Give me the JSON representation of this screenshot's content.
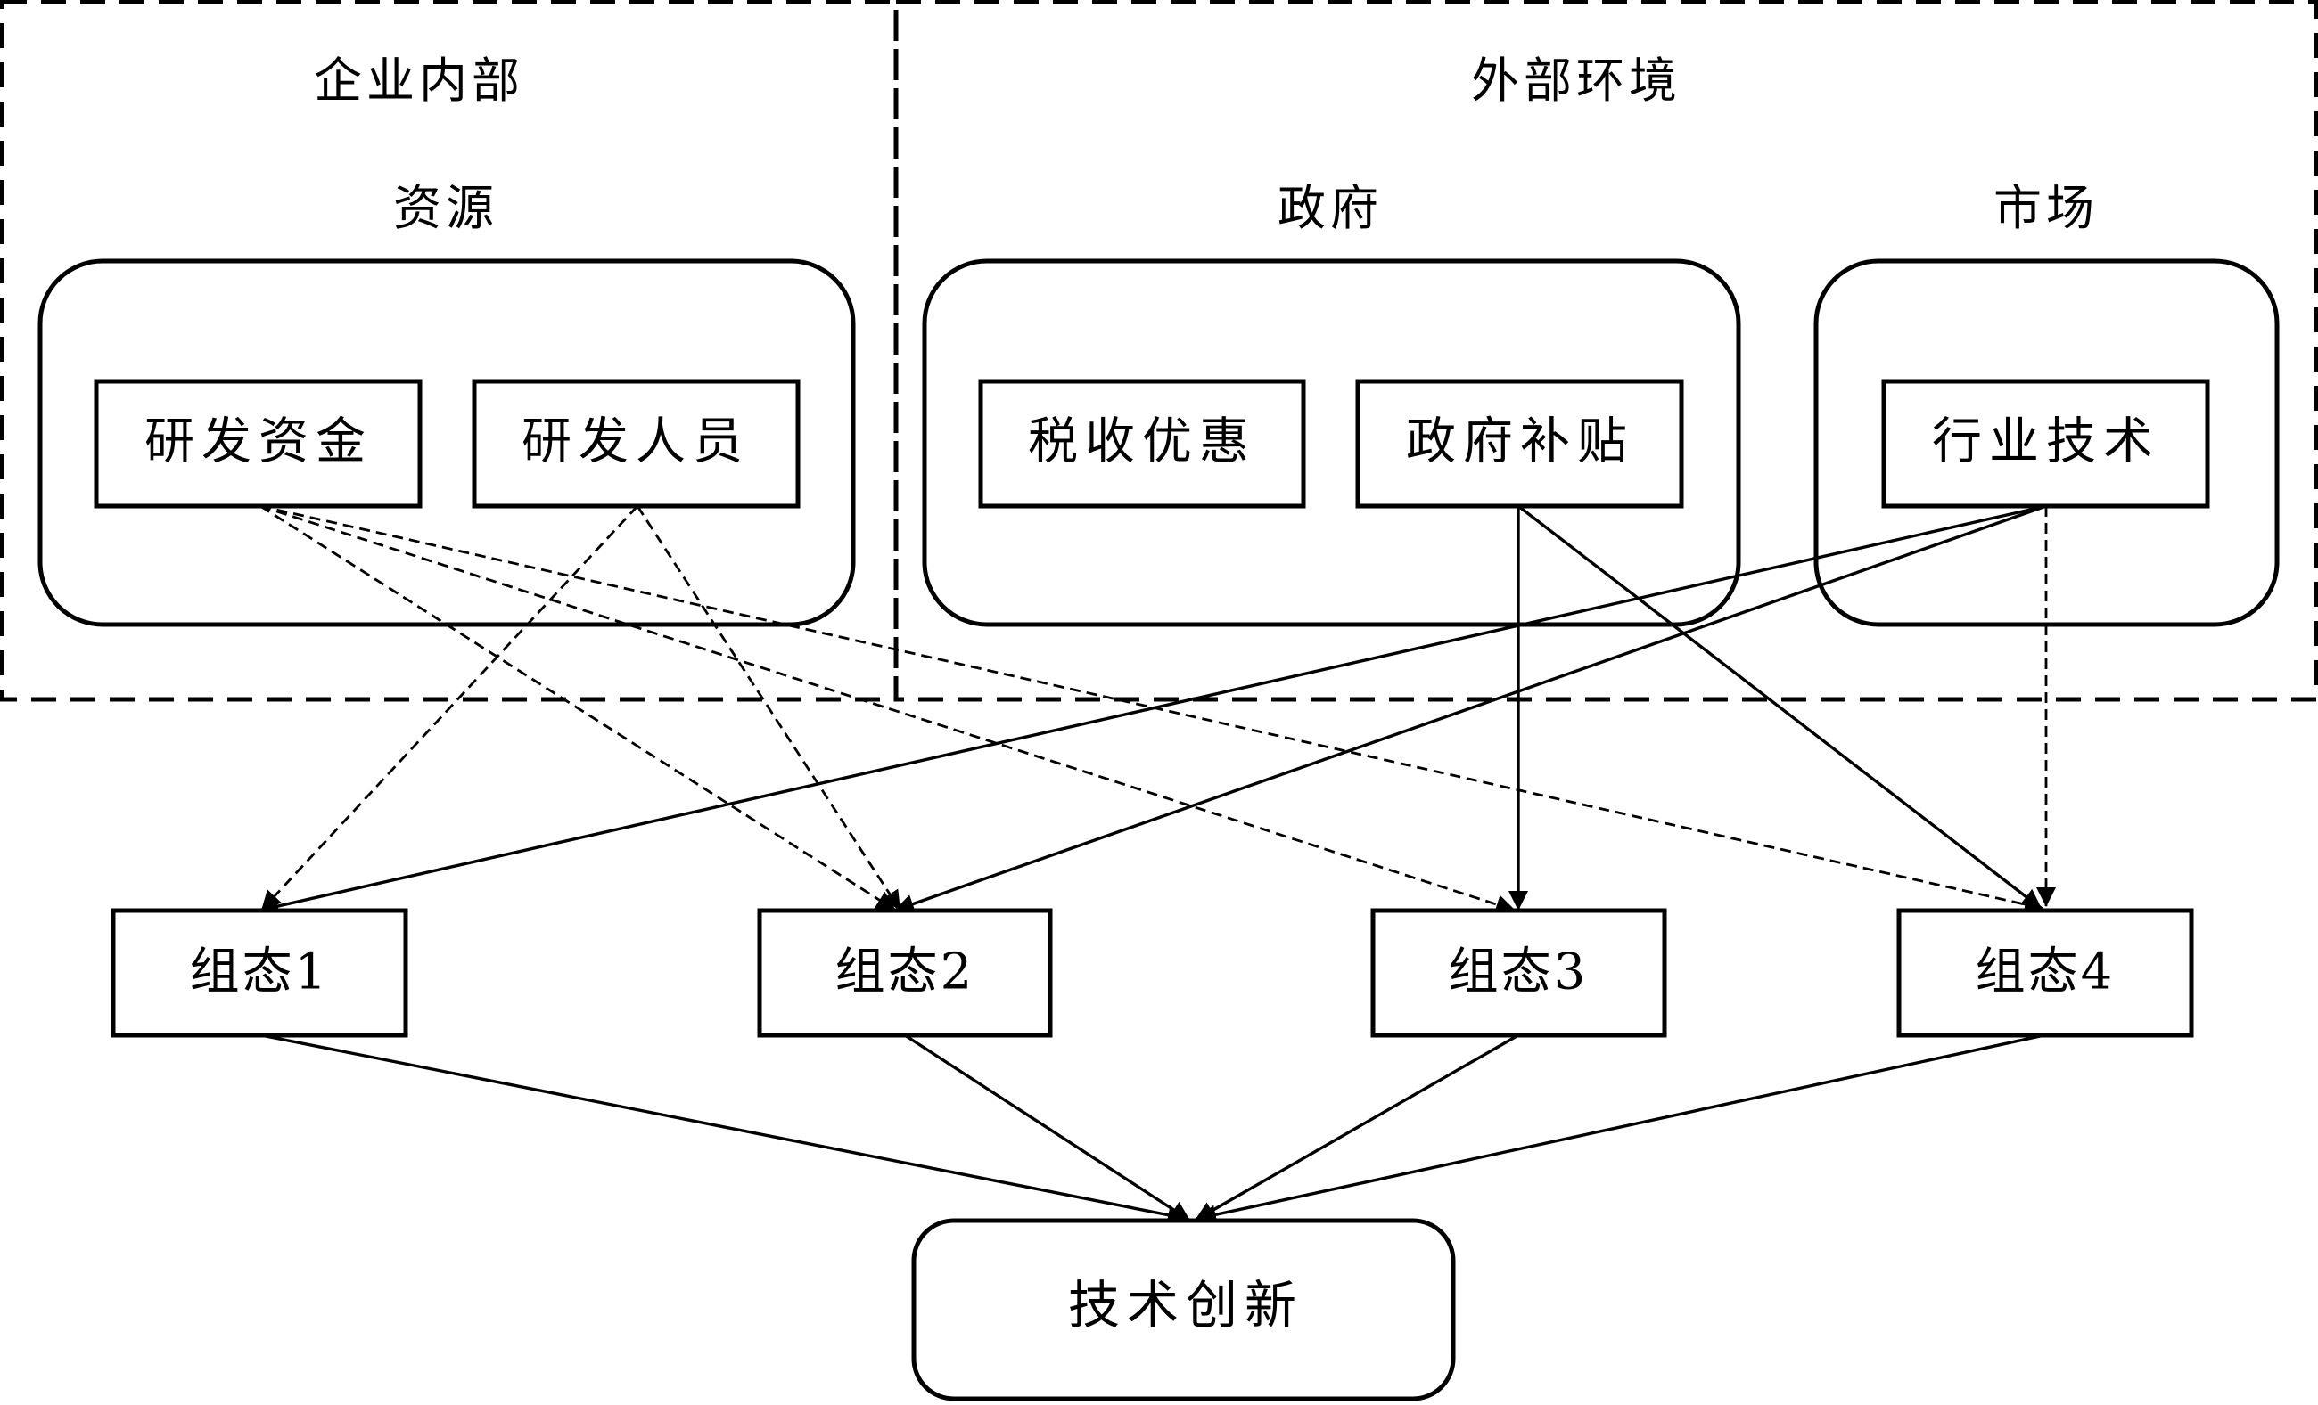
{
  "regions": {
    "internal_title": "企业内部",
    "external_title": "外部环境"
  },
  "groups": {
    "resources": "资源",
    "government": "政府",
    "market": "市场"
  },
  "conditions": {
    "rd_funds": "研发资金",
    "rd_staff": "研发人员",
    "tax_incentives": "税收优惠",
    "gov_subsidy": "政府补贴",
    "industry_tech": "行业技术"
  },
  "configurations": [
    "组态1",
    "组态2",
    "组态3",
    "组态4"
  ],
  "outcome": "技术创新",
  "edges": [
    {
      "from": "rd_funds",
      "to": "config_2",
      "style": "dashed"
    },
    {
      "from": "rd_funds",
      "to": "config_3",
      "style": "dashed"
    },
    {
      "from": "rd_funds",
      "to": "config_4",
      "style": "dashed"
    },
    {
      "from": "rd_staff",
      "to": "config_1",
      "style": "dashed"
    },
    {
      "from": "rd_staff",
      "to": "config_2",
      "style": "dashed"
    },
    {
      "from": "gov_subsidy",
      "to": "config_3",
      "style": "solid"
    },
    {
      "from": "gov_subsidy",
      "to": "config_4",
      "style": "solid"
    },
    {
      "from": "industry_tech",
      "to": "config_1",
      "style": "solid"
    },
    {
      "from": "industry_tech",
      "to": "config_2",
      "style": "solid"
    },
    {
      "from": "industry_tech",
      "to": "config_4",
      "style": "dashed"
    },
    {
      "from": "config_1",
      "to": "outcome",
      "style": "solid"
    },
    {
      "from": "config_2",
      "to": "outcome",
      "style": "solid"
    },
    {
      "from": "config_3",
      "to": "outcome",
      "style": "solid"
    },
    {
      "from": "config_4",
      "to": "outcome",
      "style": "solid"
    }
  ]
}
